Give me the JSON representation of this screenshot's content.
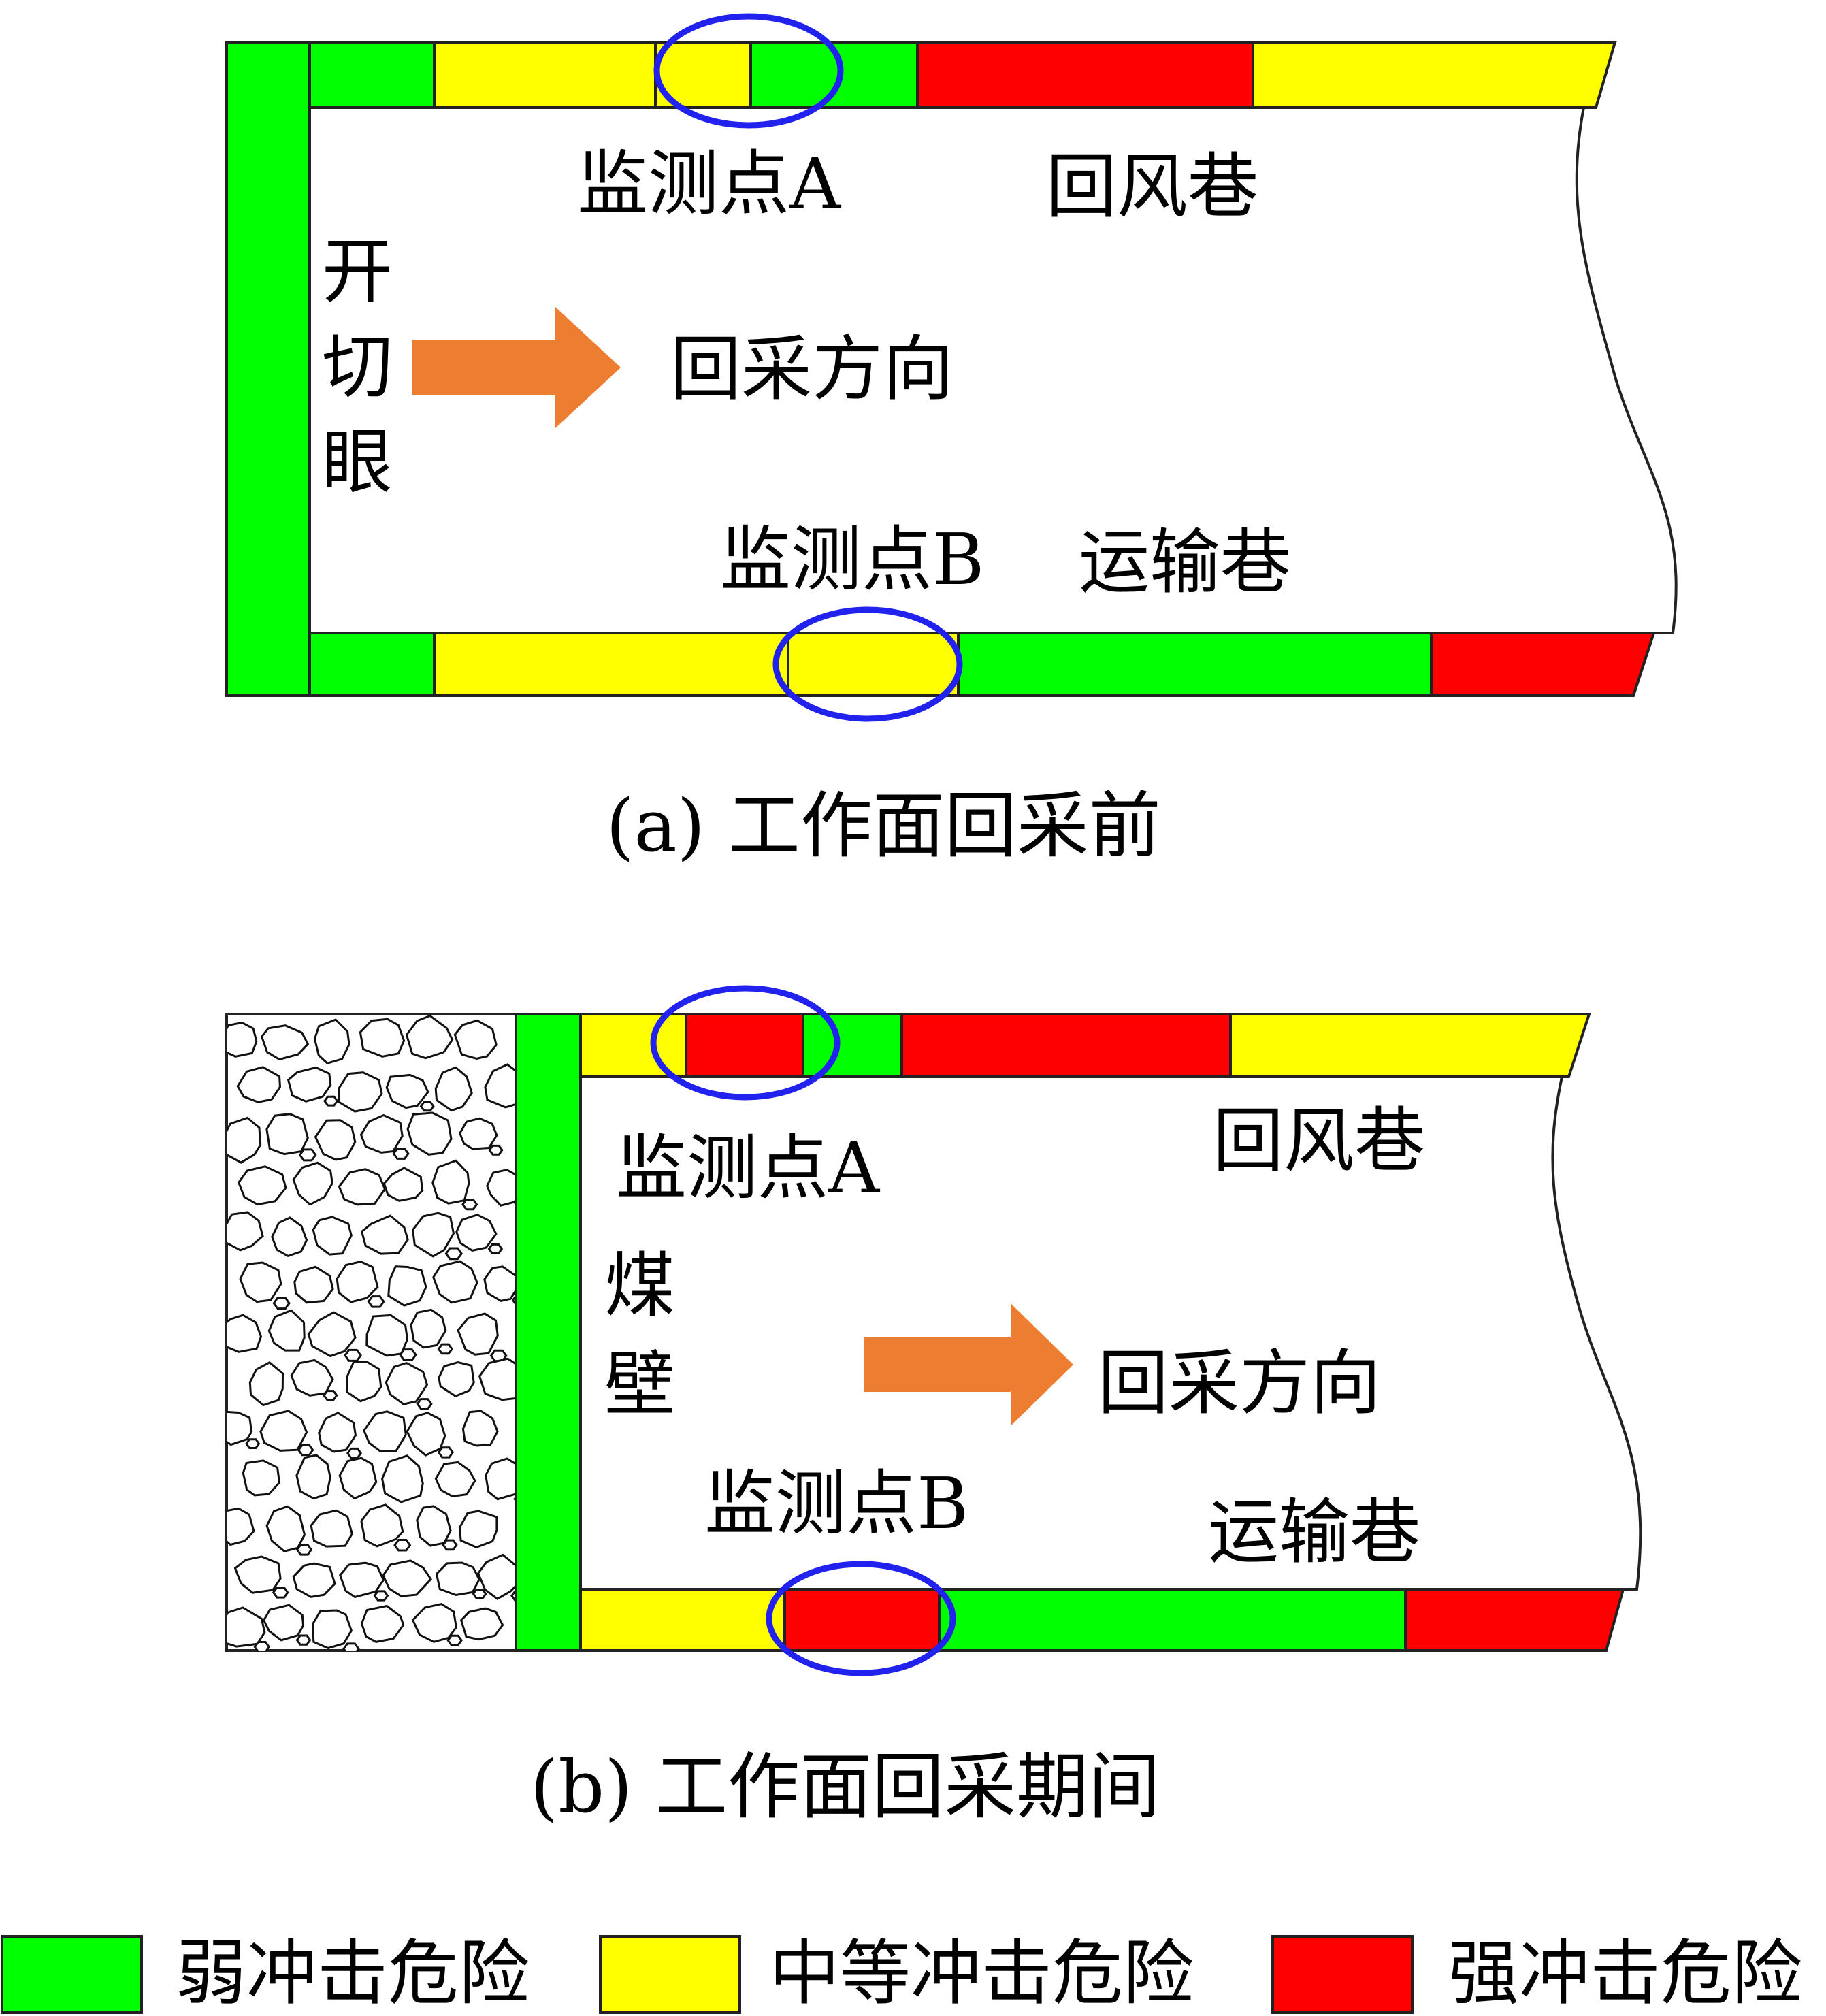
{
  "panel_a": {
    "caption": "(a) 工作面回采前",
    "cut_eye_label": [
      "开",
      "切",
      "眼"
    ],
    "point_a_label": "监测点A",
    "point_b_label": "监测点B",
    "return_airway_label": "回风巷",
    "haulage_roadway_label": "运输巷",
    "mining_direction_label": "回采方向",
    "top_segments": [
      "weak",
      "medium",
      "medium",
      "weak",
      "strong",
      "medium"
    ],
    "bottom_segments": [
      "weak",
      "medium",
      "medium",
      "weak",
      "strong"
    ]
  },
  "panel_b": {
    "caption": "(b) 工作面回采期间",
    "coal_wall_label": [
      "煤",
      "壁"
    ],
    "point_a_label": "监测点A",
    "point_b_label": "监测点B",
    "return_airway_label": "回风巷",
    "haulage_roadway_label": "运输巷",
    "mining_direction_label": "回采方向",
    "top_segments": [
      "medium",
      "strong",
      "weak",
      "strong",
      "medium"
    ],
    "bottom_segments": [
      "medium",
      "strong",
      "weak",
      "strong"
    ]
  },
  "legend": [
    {
      "key": "weak",
      "label": "弱冲击危险",
      "color": "#00ff00"
    },
    {
      "key": "medium",
      "label": "中等冲击危险",
      "color": "#ffff00"
    },
    {
      "key": "strong",
      "label": "强冲击危险",
      "color": "#ff0000"
    }
  ],
  "colors": {
    "weak": "#00ff00",
    "medium": "#ffff00",
    "strong": "#ff0000",
    "arrow": "#ed7d31",
    "monitor_ellipse": "#2222ee"
  }
}
